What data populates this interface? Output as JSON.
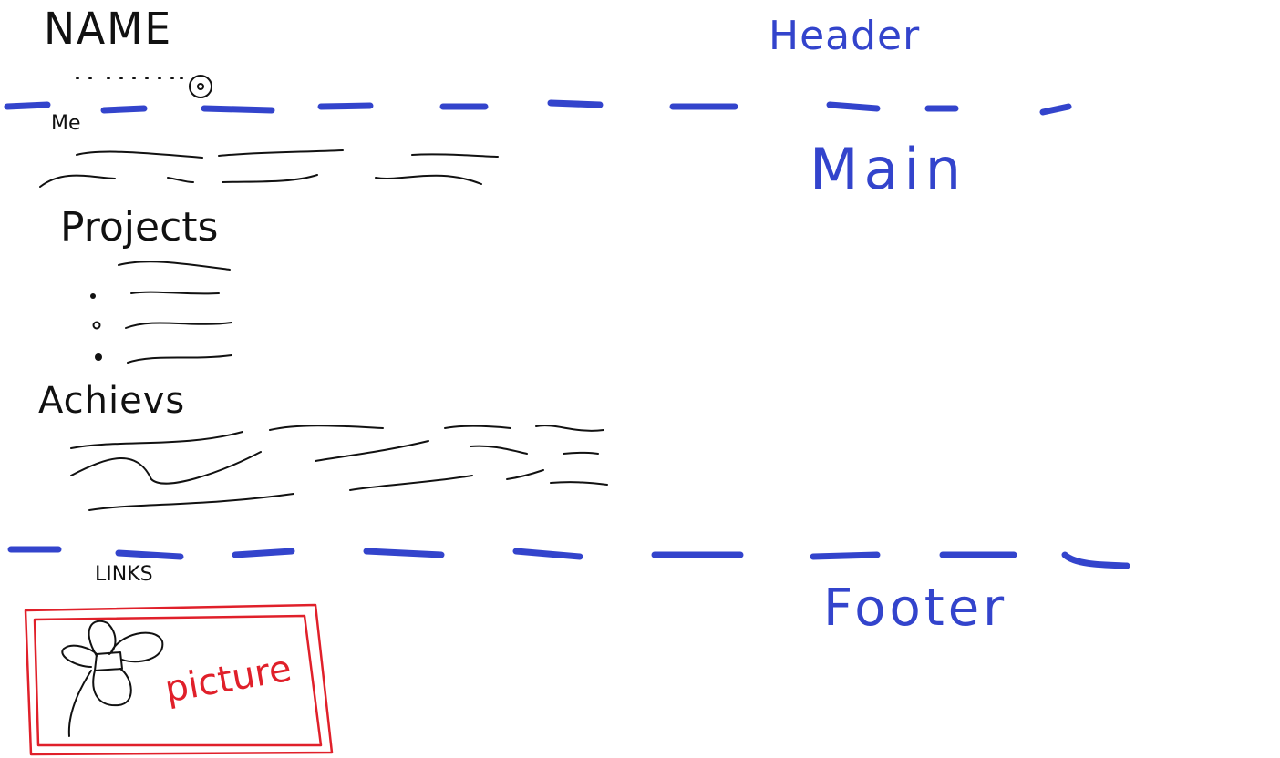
{
  "header": {
    "name_text": "NAME",
    "label": "Header"
  },
  "main": {
    "label": "Main",
    "about_heading": "Me",
    "projects_heading": "Projects",
    "achievements_heading": "Achievs",
    "project_items_count": 3
  },
  "footer": {
    "label": "Footer",
    "links_heading": "LINKS",
    "picture_label": "picture"
  },
  "colors": {
    "ink": "#111111",
    "section_divider": "#3344cc",
    "annotation": "#3344cc",
    "picture_frame": "#e0202a"
  },
  "icons": {
    "header_icon": "circle-icon",
    "picture_icon": "flower-icon",
    "bullet_icon": "bullet-dot-icon"
  }
}
